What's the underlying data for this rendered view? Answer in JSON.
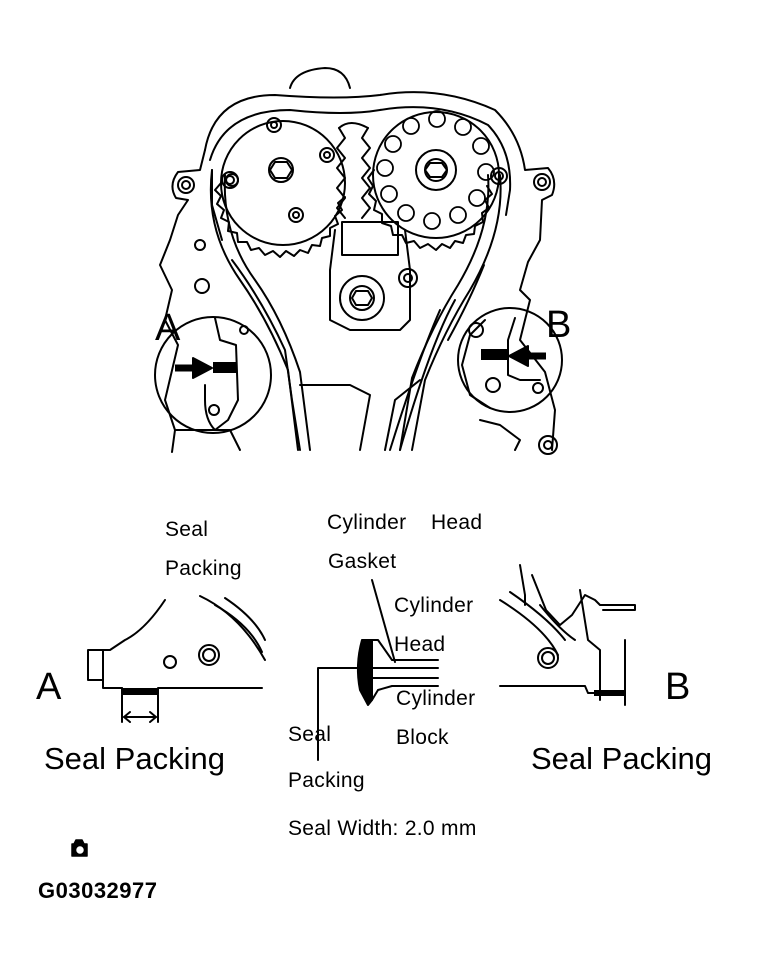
{
  "top_figure": {
    "callout_a": "A",
    "callout_b": "B"
  },
  "detail_a": {
    "letter": "A",
    "seal_packing_small_line1": "Seal",
    "seal_packing_small_line2": "Packing",
    "caption": "Seal Packing"
  },
  "center_detail": {
    "cylinder_head_gasket_line1": "Cylinder    Head",
    "cylinder_head_gasket_line2": "Gasket",
    "cylinder_head_line1": "Cylinder",
    "cylinder_head_line2": "Head",
    "cylinder_block_line1": "Cylinder",
    "cylinder_block_line2": "Block",
    "seal_packing_line1": "Seal",
    "seal_packing_line2": "Packing",
    "seal_width": "Seal Width: 2.0 mm"
  },
  "detail_b": {
    "letter": "B",
    "caption": "Seal Packing"
  },
  "footer": {
    "icon": "camera-icon",
    "figure_code": "G03032977"
  },
  "colors": {
    "ink": "#000000",
    "paper": "#ffffff"
  }
}
